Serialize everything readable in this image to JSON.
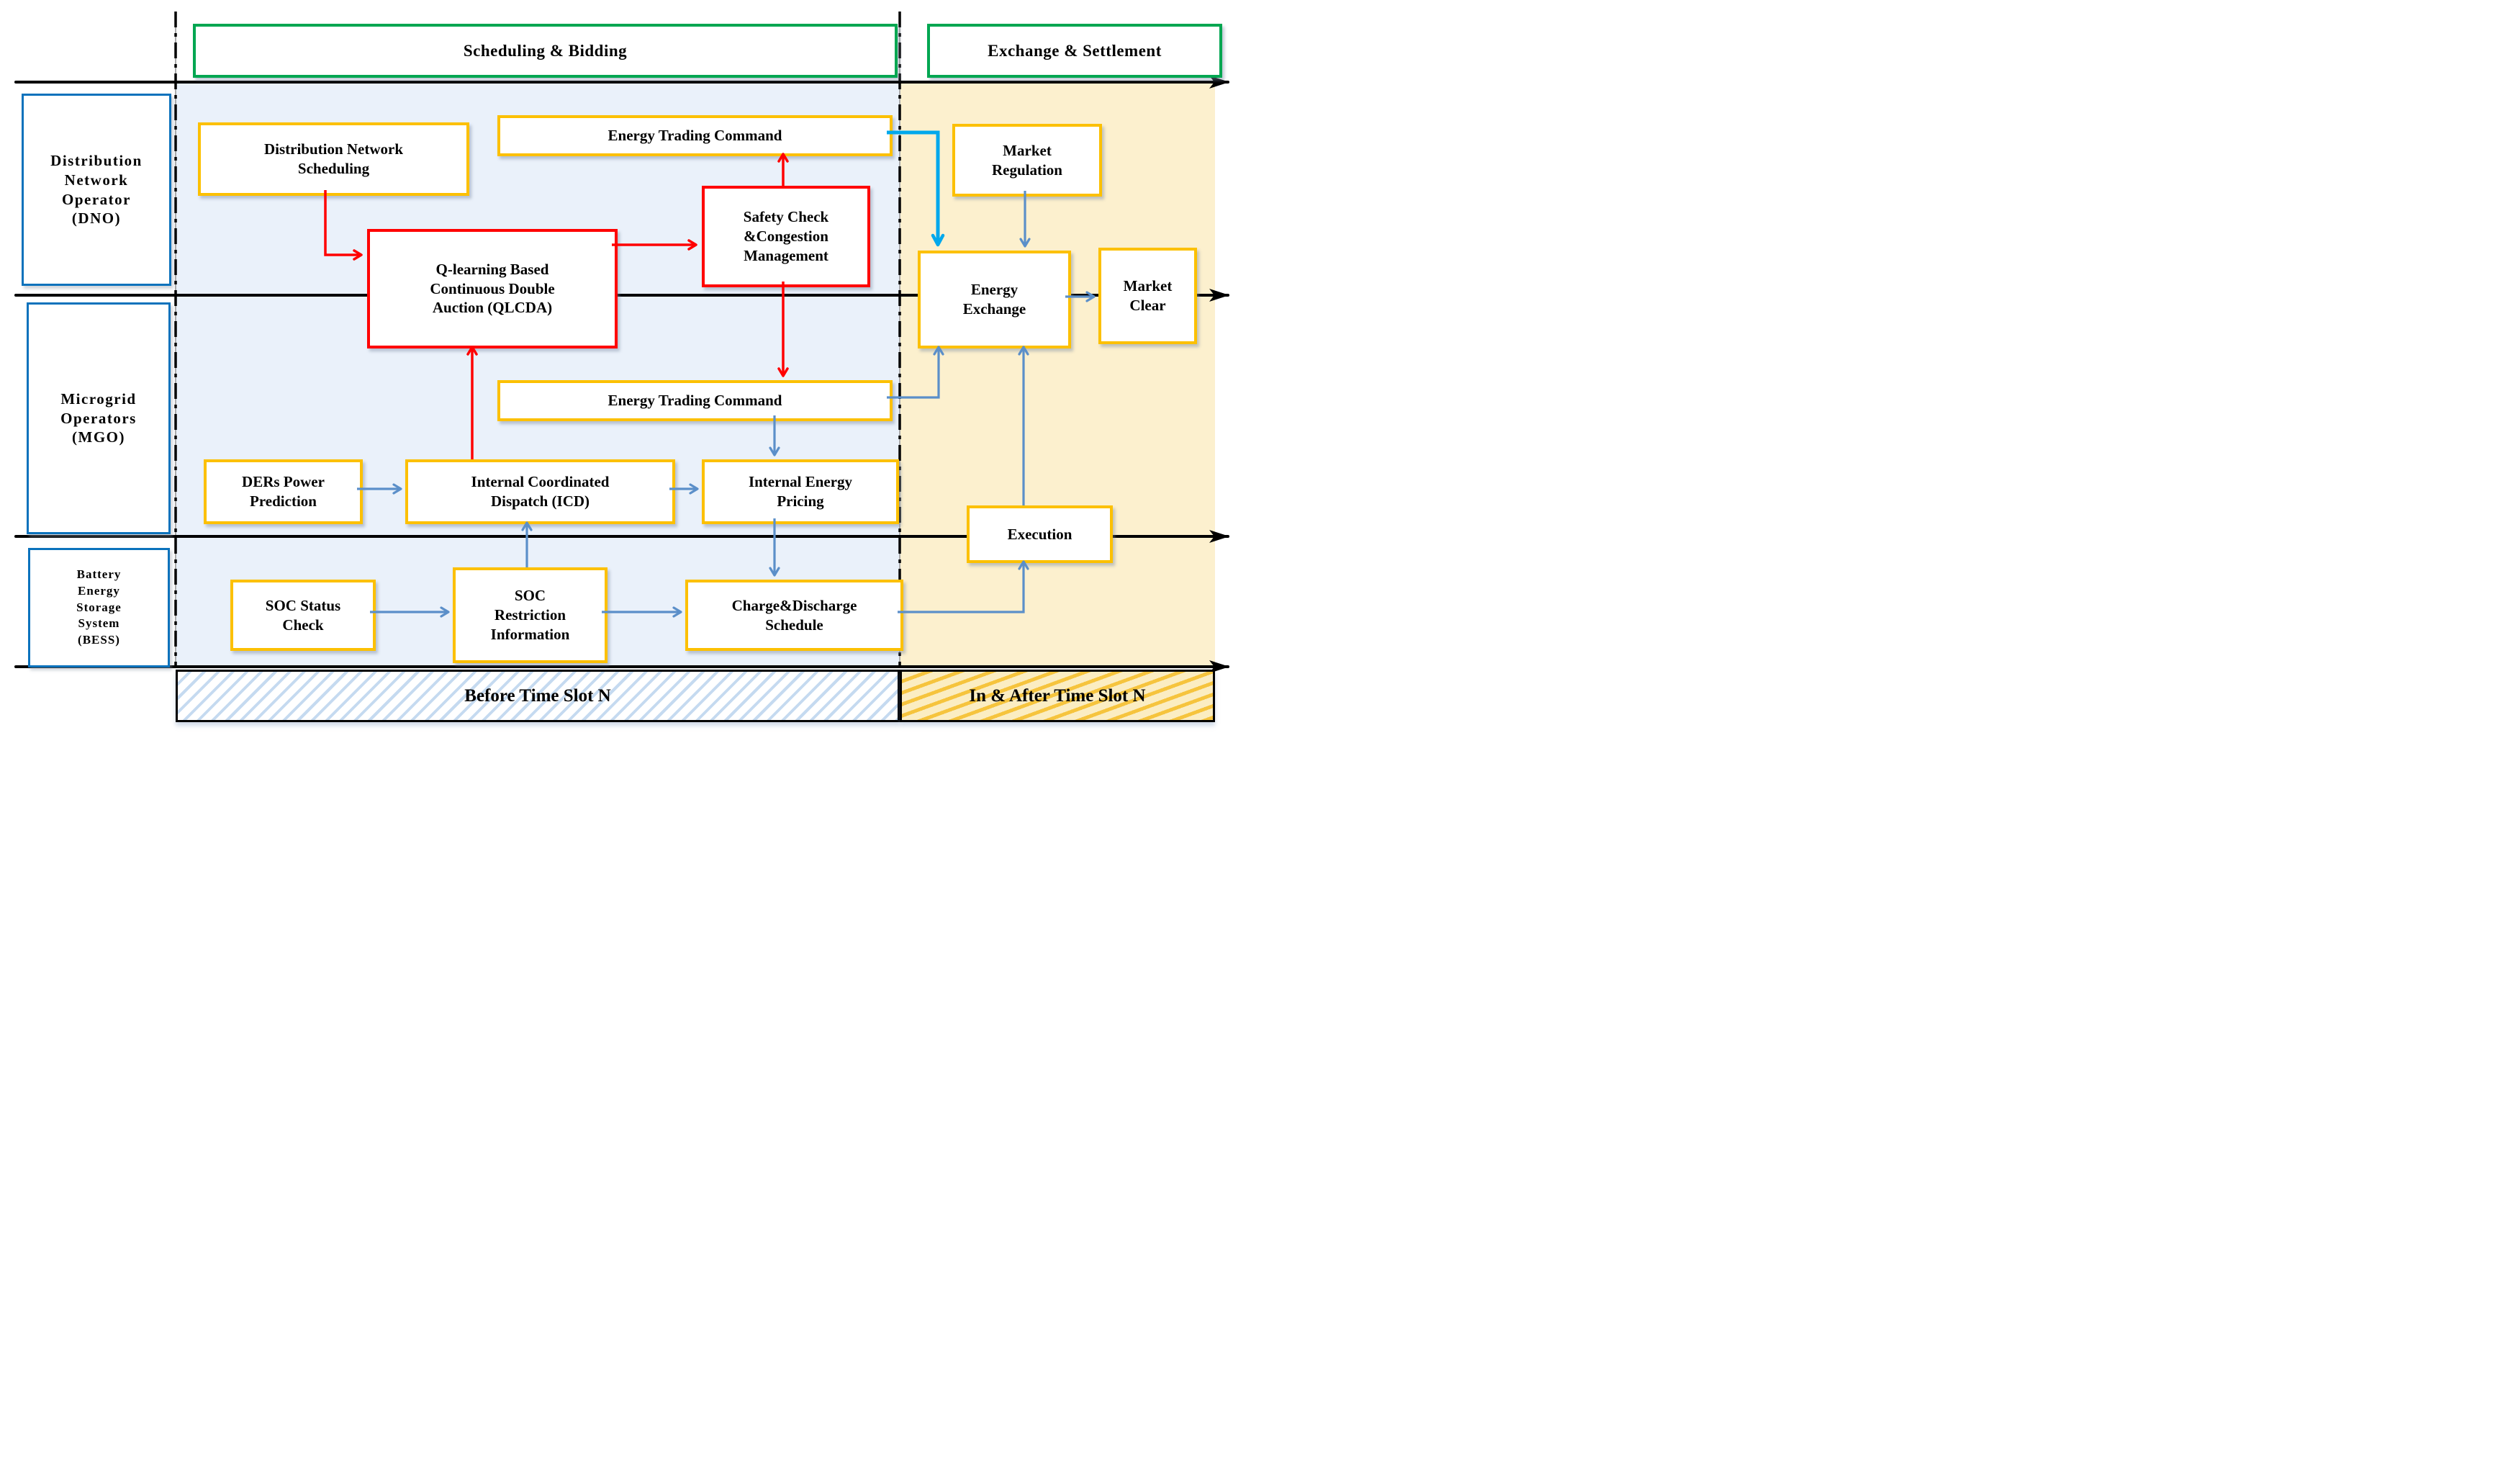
{
  "phases": {
    "scheduling": "Scheduling & Bidding",
    "exchange": "Exchange & Settlement"
  },
  "lanes": {
    "dno": {
      "label": "Distribution\nNetwork\nOperator\n(DNO)"
    },
    "mgo": {
      "label": "Microgrid\nOperators\n(MGO)"
    },
    "bess": {
      "label": "Battery\nEnergy\nStorage\nSystem\n(BESS)"
    }
  },
  "nodes": {
    "dns": {
      "label": "Distribution Network\nScheduling"
    },
    "etc_top": {
      "label": "Energy Trading Command"
    },
    "safety": {
      "label": "Safety Check\n&Congestion\nManagement"
    },
    "qlcda": {
      "label": "Q-learning Based\nContinuous Double\nAuction (QLCDA)"
    },
    "market_regulation": {
      "label": "Market\nRegulation"
    },
    "energy_exchange": {
      "label": "Energy\nExchange"
    },
    "market_clear": {
      "label": "Market\nClear"
    },
    "etc_mid": {
      "label": "Energy Trading Command"
    },
    "ders": {
      "label": "DERs Power\nPrediction"
    },
    "icd": {
      "label": "Internal Coordinated\nDispatch (ICD)"
    },
    "iep": {
      "label": "Internal Energy\nPricing"
    },
    "execution": {
      "label": "Execution"
    },
    "soc_status": {
      "label": "SOC Status\nCheck"
    },
    "soc_restriction": {
      "label": "SOC\nRestriction\nInformation"
    },
    "cd_schedule": {
      "label": "Charge&Discharge\nSchedule"
    }
  },
  "footer": {
    "before": "Before Time Slot N",
    "after": "In & After Time Slot N"
  },
  "colors": {
    "yellow_border": "#FCC000",
    "red": "#FF0000",
    "green": "#00A651",
    "lane_blue_border": "#0B72BC",
    "cyan_arrow": "#00A8EC",
    "steel_arrow": "#5B8FC9",
    "bg_light_blue": "#EAF1FA",
    "bg_cream": "#FCF0CE",
    "hatch_blue": "#C5DAF0",
    "hatch_yellow": "#F6C43D",
    "line_black": "#000000"
  }
}
